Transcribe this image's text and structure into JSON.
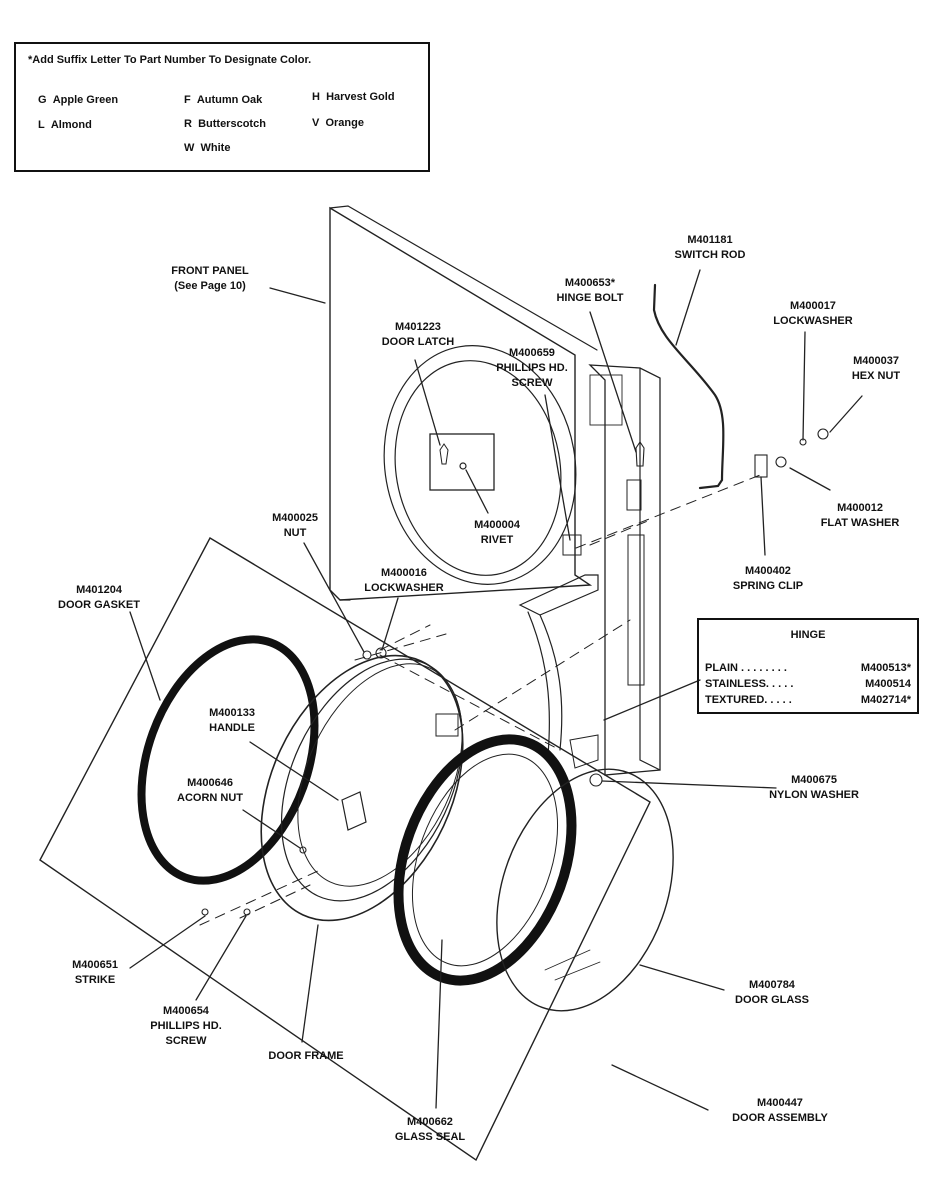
{
  "color_legend": {
    "title": "*Add Suffix Letter To Part Number To Designate Color.",
    "items": [
      {
        "code": "G",
        "name": "Apple Green"
      },
      {
        "code": "L",
        "name": "Almond"
      },
      {
        "code": "F",
        "name": "Autumn Oak"
      },
      {
        "code": "R",
        "name": "Butterscotch"
      },
      {
        "code": "W",
        "name": "White"
      },
      {
        "code": "H",
        "name": "Harvest Gold"
      },
      {
        "code": "V",
        "name": "Orange"
      }
    ]
  },
  "hinge_table": {
    "title": "HINGE",
    "rows": [
      {
        "label": "PLAIN . . . . . . . .",
        "part": "M400513*"
      },
      {
        "label": "STAINLESS. . . . .",
        "part": "M400514"
      },
      {
        "label": "TEXTURED. . . . .",
        "part": "M402714*"
      }
    ]
  },
  "labels": {
    "front_panel": {
      "line1": "FRONT PANEL",
      "line2": "(See Page 10)"
    },
    "door_latch": {
      "line1": "M401223",
      "line2": "DOOR LATCH"
    },
    "phillips_screw_top": {
      "line1": "M400659",
      "line2": "PHILLIPS HD.",
      "line3": "SCREW"
    },
    "hinge_bolt": {
      "line1": "M400653*",
      "line2": "HINGE BOLT"
    },
    "switch_rod": {
      "line1": "M401181",
      "line2": "SWITCH ROD"
    },
    "lockwasher_right": {
      "line1": "M400017",
      "line2": "LOCKWASHER"
    },
    "hex_nut": {
      "line1": "M400037",
      "line2": "HEX NUT"
    },
    "flat_washer": {
      "line1": "M400012",
      "line2": "FLAT WASHER"
    },
    "spring_clip": {
      "line1": "M400402",
      "line2": "SPRING CLIP"
    },
    "rivet": {
      "line1": "M400004",
      "line2": "RIVET"
    },
    "nut": {
      "line1": "M400025",
      "line2": "NUT"
    },
    "lockwasher_left": {
      "line1": "M400016",
      "line2": "LOCKWASHER"
    },
    "door_gasket": {
      "line1": "M401204",
      "line2": "DOOR GASKET"
    },
    "handle": {
      "line1": "M400133",
      "line2": "HANDLE"
    },
    "acorn_nut": {
      "line1": "M400646",
      "line2": "ACORN NUT"
    },
    "nylon_washer": {
      "line1": "M400675",
      "line2": "NYLON WASHER"
    },
    "strike": {
      "line1": "M400651",
      "line2": "STRIKE"
    },
    "phillips_screw_bottom": {
      "line1": "M400654",
      "line2": "PHILLIPS HD.",
      "line3": "SCREW"
    },
    "door_frame": {
      "line1": "DOOR FRAME"
    },
    "door_glass": {
      "line1": "M400784",
      "line2": "DOOR GLASS"
    },
    "glass_seal": {
      "line1": "M400662",
      "line2": "GLASS SEAL"
    },
    "door_assembly": {
      "line1": "M400447",
      "line2": "DOOR ASSEMBLY"
    }
  }
}
